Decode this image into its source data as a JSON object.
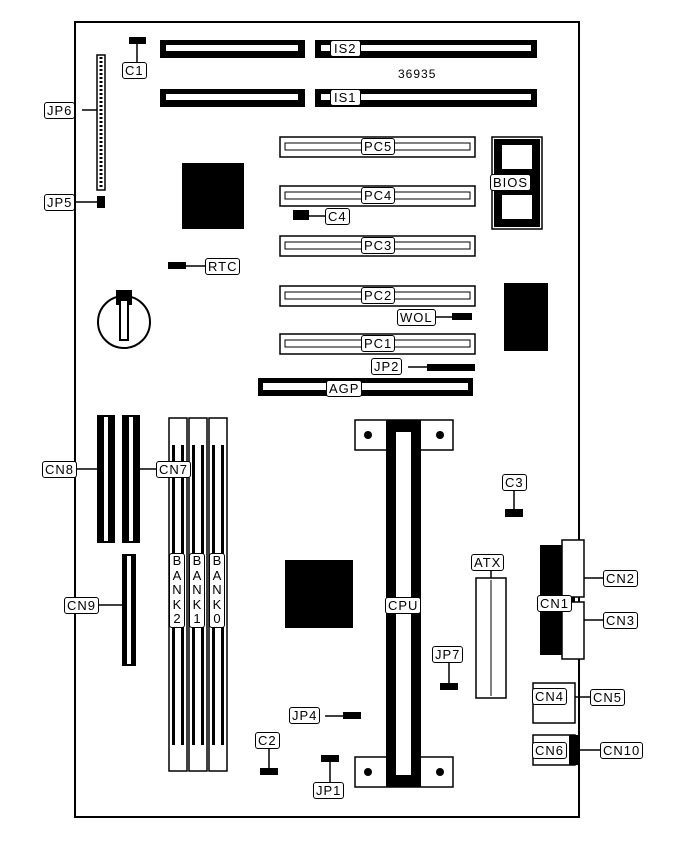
{
  "board": {
    "model_number": "36935",
    "labels": {
      "c1": "C1",
      "jp6": "JP6",
      "jp5": "JP5",
      "is2": "IS2",
      "is1": "IS1",
      "pc5": "PC5",
      "pc4": "PC4",
      "pc3": "PC3",
      "pc2": "PC2",
      "pc1": "PC1",
      "bios": "BIOS",
      "c4": "C4",
      "rtc": "RTC",
      "wol": "WOL",
      "jp2": "JP2",
      "agp": "AGP",
      "cn8": "CN8",
      "cn7": "CN7",
      "cn9": "CN9",
      "c3": "C3",
      "atx": "ATX",
      "cpu": "CPU",
      "cn1": "CN1",
      "cn2": "CN2",
      "cn3": "CN3",
      "jp7": "JP7",
      "cn4": "CN4",
      "cn5": "CN5",
      "jp4": "JP4",
      "c2": "C2",
      "cn6": "CN6",
      "cn10": "CN10",
      "jp1": "JP1",
      "bank2": "BANK2",
      "bank1": "BANK1",
      "bank0": "BANK0"
    }
  }
}
